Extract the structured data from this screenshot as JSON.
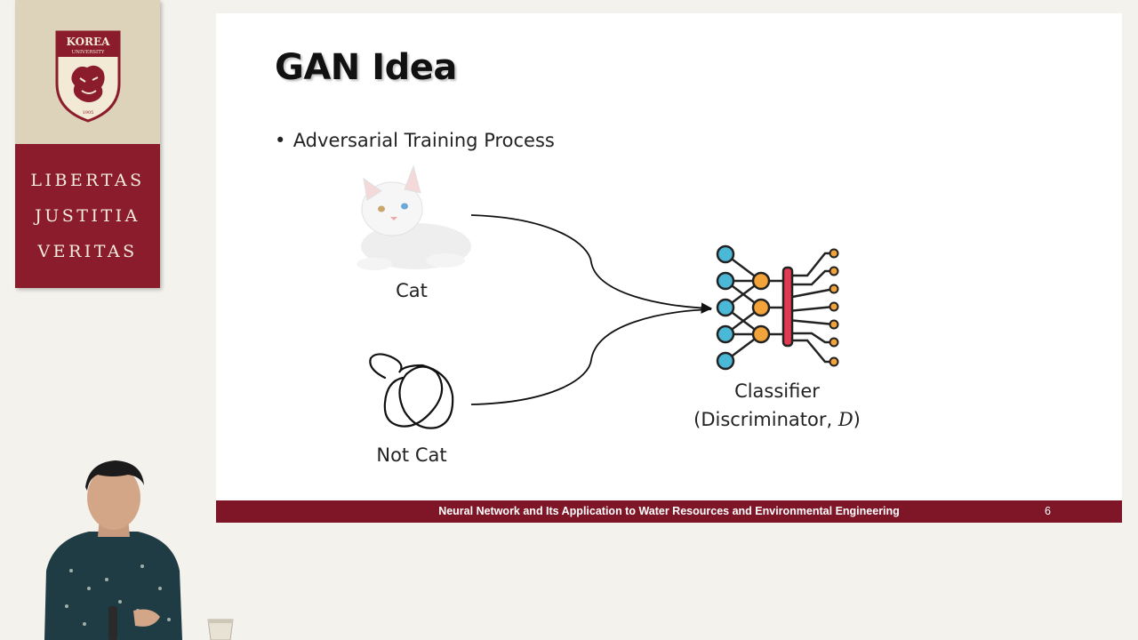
{
  "banner": {
    "crest_top": "KOREA",
    "crest_sub": "UNIVERSITY",
    "crest_year": "1905",
    "motto": [
      "LIBERTAS",
      "JUSTITIA",
      "VERITAS"
    ]
  },
  "slide": {
    "title": "GAN Idea",
    "bullet": "Adversarial Training Process",
    "labels": {
      "cat": "Cat",
      "not_cat": "Not Cat",
      "classifier": "Classifier",
      "discriminator_prefix": "(Discriminator, ",
      "discriminator_symbol": "D",
      "discriminator_suffix": ")"
    },
    "footer": "Neural Network and Its Application to Water Resources and Environmental Engineering",
    "page_number": "6"
  },
  "colors": {
    "maroon": "#8b1c2b",
    "footer_bar": "#7e1628",
    "node_blue": "#4bb8d8",
    "node_orange": "#f2a33a",
    "node_red": "#e23a52"
  }
}
